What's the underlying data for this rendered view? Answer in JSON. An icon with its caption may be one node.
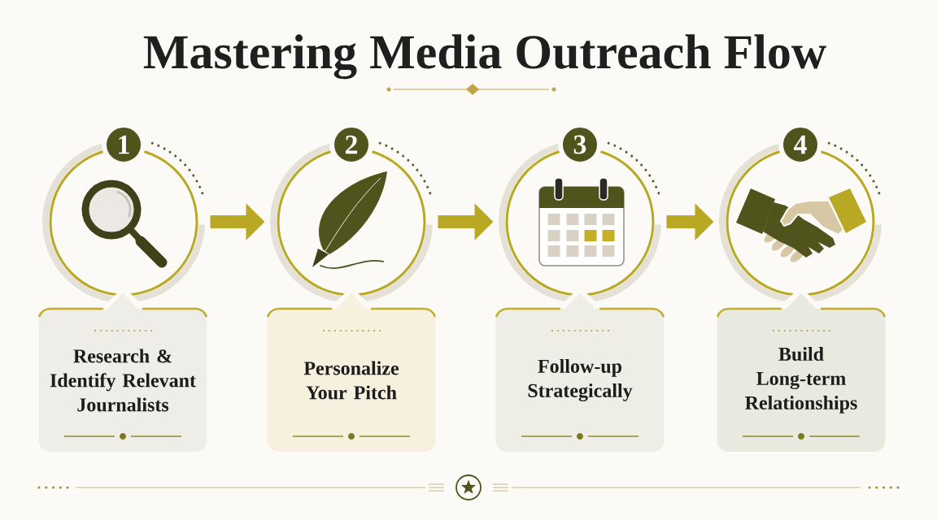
{
  "diagram": {
    "title": "Mastering Media Outreach Flow",
    "nodes": [
      {
        "text": [
          "1"
        ]
      },
      {
        "text": [],
        "shape": "circle"
      },
      {
        "text": [
          "Research & Identify Relevant Journalists"
        ]
      },
      {
        "text": [
          "2"
        ]
      },
      {
        "text": [],
        "shape": "circle"
      },
      {
        "text": [
          "Personalize Your Pitch"
        ]
      },
      {
        "text": [
          "3"
        ]
      },
      {
        "text": [],
        "shape": "circle"
      },
      {
        "text": [
          "Follow-up Strategically"
        ]
      },
      {
        "text": [
          "4"
        ]
      },
      {
        "text": [],
        "shape": "circle"
      },
      {
        "text": [
          "Build Long-term Relationships"
        ]
      }
    ],
    "edges": [
      {
        "from": 1,
        "to": 4,
        "arrow": "to"
      },
      {
        "from": 4,
        "to": 7,
        "arrow": "to"
      },
      {
        "from": 7,
        "to": 10,
        "arrow": "to"
      }
    ]
  }
}
